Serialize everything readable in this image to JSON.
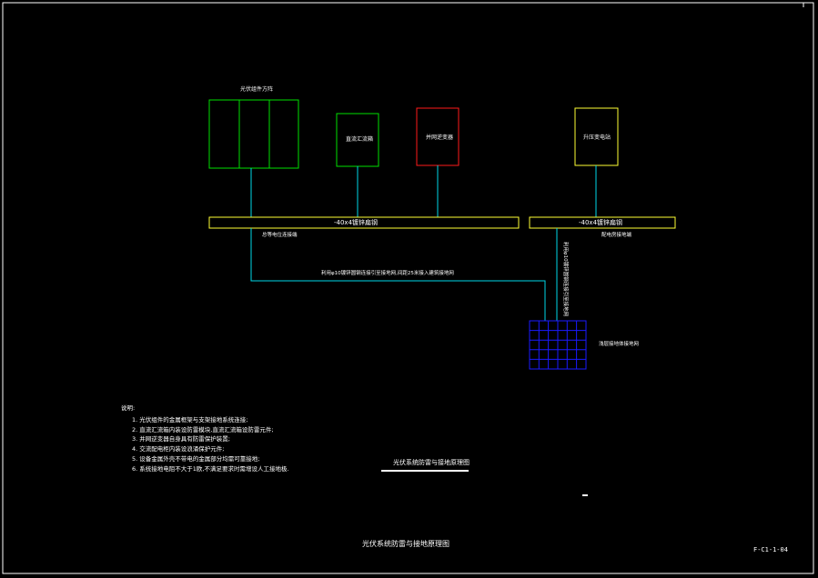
{
  "labels": {
    "pv_array": "光伏组件方阵",
    "dc_combiner": "直流汇流箱",
    "inverter": "并网逆变器",
    "transformer": "升压变电站",
    "busbar_left": "-40x4镀锌扁钢",
    "busbar_right": "-40x4镀锌扁钢",
    "busbar_left_sub": "总等电位连接端",
    "busbar_right_sub": "配电房接地端",
    "conn_horizontal": "利用φ10镀锌圆钢连接引至接地网,间距25米接入建筑接地网",
    "conn_vertical": "利用φ10镀锌圆钢连接引至接地网",
    "ground_grid": "浅层接地体接地网"
  },
  "notes": {
    "heading": "说明:",
    "items": [
      "1. 光伏组件的金属框架与支架接地系统连接;",
      "2. 直流汇流箱内装设防雷模块,直流汇流箱设防雷元件;",
      "3. 并网逆变器自身具有防雷保护装置;",
      "4. 交流配电柜内装设浪涌保护元件;",
      "5. 设备金属外壳不带电的金属部分均需可靠接地;",
      "6. 系统接地电阻不大于1欧,不满足要求时需增设人工接地极."
    ]
  },
  "sheet_title": "光伏系统防雷与接地原理图",
  "footer_title": "光伏系统防雷与接地原理图",
  "drawing_number": "F-C1-1-04",
  "colors": {
    "green": "#00e000",
    "cyan": "#00d8e8",
    "red": "#ff1a1a",
    "yellow": "#ffff33",
    "blue": "#1a1aff",
    "white": "#ffffff"
  }
}
